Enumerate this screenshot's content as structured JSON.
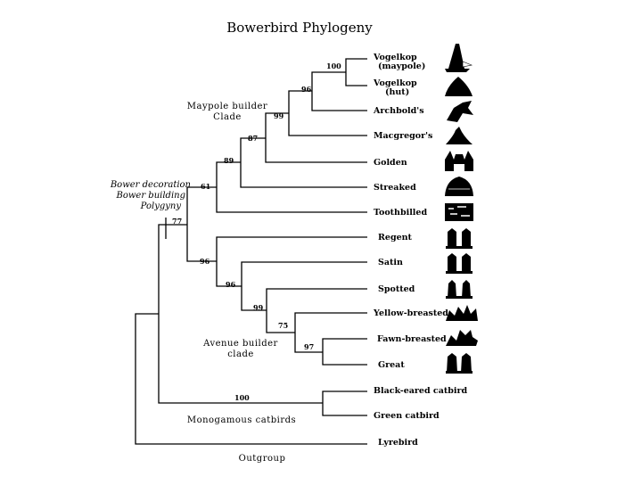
{
  "title": "Bowerbird Phylogeny",
  "taxa": [
    {
      "id": "vogelkop_maypole",
      "lines": [
        "Vogelkop",
        "(maypole)"
      ],
      "icon": "maypole-bower-icon"
    },
    {
      "id": "vogelkop_hut",
      "lines": [
        "Vogelkop",
        "(hut)"
      ],
      "icon": "hut-bower-icon"
    },
    {
      "id": "archbold",
      "lines": [
        "Archbold's"
      ],
      "icon": "archbold-bower-icon"
    },
    {
      "id": "macgregor",
      "lines": [
        "Macgregor's"
      ],
      "icon": "macgregor-bower-icon"
    },
    {
      "id": "golden",
      "lines": [
        "Golden"
      ],
      "icon": "golden-bower-icon"
    },
    {
      "id": "streaked",
      "lines": [
        "Streaked"
      ],
      "icon": "streaked-bower-icon"
    },
    {
      "id": "toothbilled",
      "lines": [
        "Toothbilled"
      ],
      "icon": "toothbilled-court-icon"
    },
    {
      "id": "regent",
      "lines": [
        "Regent"
      ],
      "icon": "avenue-bower-icon"
    },
    {
      "id": "satin",
      "lines": [
        "Satin"
      ],
      "icon": "avenue-bower-icon"
    },
    {
      "id": "spotted",
      "lines": [
        "Spotted"
      ],
      "icon": "avenue-bower-icon"
    },
    {
      "id": "yellow_breasted",
      "lines": [
        "Yellow-breasted"
      ],
      "icon": "platform-bower-icon"
    },
    {
      "id": "fawn_breasted",
      "lines": [
        "Fawn-breasted"
      ],
      "icon": "platform-bower-icon"
    },
    {
      "id": "great",
      "lines": [
        "Great"
      ],
      "icon": "avenue-bower-icon"
    },
    {
      "id": "black_eared_catbird",
      "lines": [
        "Black-eared catbird"
      ],
      "icon": ""
    },
    {
      "id": "green_catbird",
      "lines": [
        "Green catbird"
      ],
      "icon": ""
    },
    {
      "id": "lyrebird",
      "lines": [
        "Lyrebird"
      ],
      "icon": ""
    }
  ],
  "support_values": {
    "n100a": "100",
    "n96a": "96",
    "n99a": "99",
    "n87": "87",
    "n89": "89",
    "n61": "61",
    "n77": "77",
    "n96b": "96",
    "n96c": "96",
    "n99b": "99",
    "n75": "75",
    "n97": "97",
    "n100b": "100"
  },
  "clade_labels": {
    "maypole": [
      "Maypole builder",
      "Clade"
    ],
    "avenue": [
      "Avenue builder",
      "clade"
    ],
    "catbirds": "Monogamous catbirds",
    "outgroup": "Outgroup"
  },
  "traits": [
    "Bower decoration",
    "Bower building",
    "Polygyny"
  ],
  "colors": {
    "ink": "#000000",
    "background": "#ffffff"
  }
}
